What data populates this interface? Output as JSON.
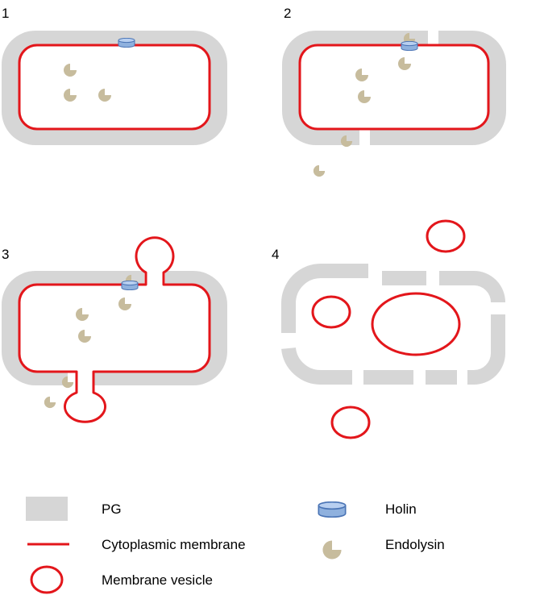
{
  "colors": {
    "pg": "#d6d6d6",
    "membrane": "#e3161b",
    "holin_fill": "#8fb1de",
    "holin_stroke": "#4a74b5",
    "endolysin": "#c7bc9d"
  },
  "panels": [
    {
      "number": "1"
    },
    {
      "number": "2"
    },
    {
      "number": "3"
    },
    {
      "number": "4"
    }
  ],
  "legend": {
    "pg": "PG",
    "cytoplasmic_membrane": "Cytoplasmic membrane",
    "membrane_vesicle": "Membrane vesicle",
    "holin": "Holin",
    "endolysin": "Endolysin"
  }
}
